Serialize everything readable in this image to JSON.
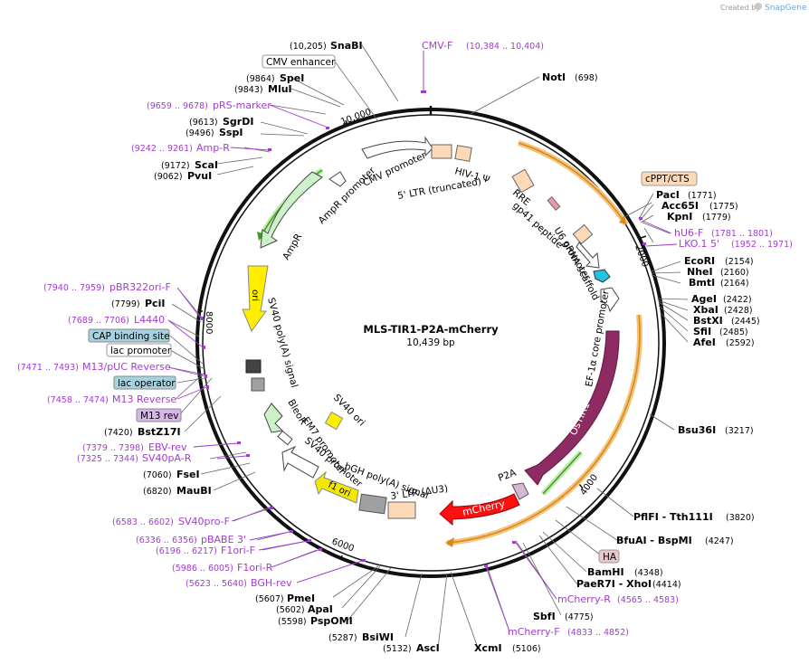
{
  "header": {
    "created_by": "Created by",
    "app_name": "SnapGene"
  },
  "plasmid": {
    "name": "MLS-TIR1-P2A-mCherry",
    "length": "10,439 bp"
  },
  "ticks": [
    "2000",
    "4000",
    "6000",
    "8000",
    "10,000"
  ],
  "enzymes_right": [
    {
      "name": "NotI",
      "pos": "(698)"
    },
    {
      "name": "PacI",
      "pos": "(1771)"
    },
    {
      "name": "Acc65I",
      "pos": "(1775)"
    },
    {
      "name": "KpnI",
      "pos": "(1779)"
    },
    {
      "name": "EcoRI",
      "pos": "(2154)"
    },
    {
      "name": "NheI",
      "pos": "(2160)"
    },
    {
      "name": "BmtI",
      "pos": "(2164)"
    },
    {
      "name": "AgeI",
      "pos": "(2422)"
    },
    {
      "name": "XbaI",
      "pos": "(2428)"
    },
    {
      "name": "BstXI",
      "pos": "(2445)"
    },
    {
      "name": "SfiI",
      "pos": "(2485)"
    },
    {
      "name": "AfeI",
      "pos": "(2592)"
    },
    {
      "name": "Bsu36I",
      "pos": "(3217)"
    },
    {
      "name": "PflFI - Tth111I",
      "pos": "(3820)"
    },
    {
      "name": "BfuAI - BspMI",
      "pos": "(4247)"
    },
    {
      "name": "BamHI",
      "pos": "(4348)"
    },
    {
      "name": "PaeR7I - XhoI",
      "pos": "(4414)"
    },
    {
      "name": "SbfI",
      "pos": "(4775)"
    }
  ],
  "enzymes_bottom": [
    {
      "name": "XcmI",
      "pos": "(5106)"
    },
    {
      "name": "AscI",
      "pos": "(5132)"
    },
    {
      "name": "BsiWI",
      "pos": "(5287)"
    },
    {
      "name": "PspOMI",
      "pos": "(5598)"
    },
    {
      "name": "ApaI",
      "pos": "(5602)"
    },
    {
      "name": "PmeI",
      "pos": "(5607)"
    }
  ],
  "enzymes_left": [
    {
      "name": "SnaBI",
      "pos": "(10,205)"
    },
    {
      "name": "SpeI",
      "pos": "(9864)"
    },
    {
      "name": "MluI",
      "pos": "(9843)"
    },
    {
      "name": "SgrDI",
      "pos": "(9613)"
    },
    {
      "name": "SspI",
      "pos": "(9496)"
    },
    {
      "name": "ScaI",
      "pos": "(9172)"
    },
    {
      "name": "PvuI",
      "pos": "(9062)"
    },
    {
      "name": "PciI",
      "pos": "(7799)"
    },
    {
      "name": "BstZ17I",
      "pos": "(7420)"
    },
    {
      "name": "FseI",
      "pos": "(7060)"
    },
    {
      "name": "MauBI",
      "pos": "(6820)"
    }
  ],
  "primers": [
    {
      "name": "CMV-F",
      "pos": "(10,384 .. 10,404)"
    },
    {
      "name": "hU6-F",
      "pos": "(1781 .. 1801)"
    },
    {
      "name": "LKO.1 5'",
      "pos": "(1952 .. 1971)"
    },
    {
      "name": "mCherry-R",
      "pos": "(4565 .. 4583)"
    },
    {
      "name": "mCherry-F",
      "pos": "(4833 .. 4852)"
    },
    {
      "name": "pRS-marker",
      "pos": "(9659 .. 9678)"
    },
    {
      "name": "Amp-R",
      "pos": "(9242 .. 9261)"
    },
    {
      "name": "pBR322ori-F",
      "pos": "(7940 .. 7959)"
    },
    {
      "name": "L4440",
      "pos": "(7689 .. 7706)"
    },
    {
      "name": "M13/pUC Reverse",
      "pos": "(7471 .. 7493)"
    },
    {
      "name": "M13 Reverse",
      "pos": "(7458 .. 7474)"
    },
    {
      "name": "EBV-rev",
      "pos": "(7379 .. 7398)"
    },
    {
      "name": "SV40pA-R",
      "pos": "(7325 .. 7344)"
    },
    {
      "name": "SV40pro-F",
      "pos": "(6583 .. 6602)"
    },
    {
      "name": "pBABE 3'",
      "pos": "(6336 .. 6356)"
    },
    {
      "name": "F1ori-F",
      "pos": "(6196 .. 6217)"
    },
    {
      "name": "F1ori-R",
      "pos": "(5986 .. 6005)"
    },
    {
      "name": "BGH-rev",
      "pos": "(5623 .. 5640)"
    }
  ],
  "boxed_features": {
    "cmv_enhancer": "CMV enhancer",
    "cppt": "cPPT/CTS",
    "ha": "HA",
    "cap": "CAP binding site",
    "lac_promoter": "lac promoter",
    "lac_operator": "lac operator",
    "m13_rev": "M13 rev"
  },
  "inner_features": {
    "cmv_promoter": "CMV promoter",
    "ltr5": "5' LTR (truncated)",
    "hiv": "HIV-1 Ψ",
    "rre": "RRE",
    "gp41": "gp41 peptide",
    "u6": "U6 promoter",
    "grna": "gRNA scaffold",
    "ef1a": "EF-1α core promoter",
    "ostir1": "OsTIR1",
    "p2a": "P2A",
    "mcherry": "mCherry",
    "ltr3": "3' LTR (ΔU3)",
    "bgh": "bGH poly(A) signal",
    "f1ori": "f1 ori",
    "sv40promoter": "SV40 promoter",
    "sv40ori": "SV40 ori",
    "em7": "EM7 promoter",
    "bleor": "BleoR",
    "sv40polya": "SV40 poly(A) signal",
    "ori": "ori",
    "ampr": "AmpR",
    "ampr_promoter": "AmpR promoter"
  },
  "colors": {
    "backbone": "#1a1a1a",
    "enzyme": "#000000",
    "primer": "#a23bd1",
    "ostir1": "#8e2b63",
    "mcherry": "#e01010",
    "ori": "#ffee00",
    "ampr": "#ccf2c9",
    "ltr": "#fdd9b8",
    "orange_arc": "#e8a030",
    "green_arc": "#4caf28"
  }
}
